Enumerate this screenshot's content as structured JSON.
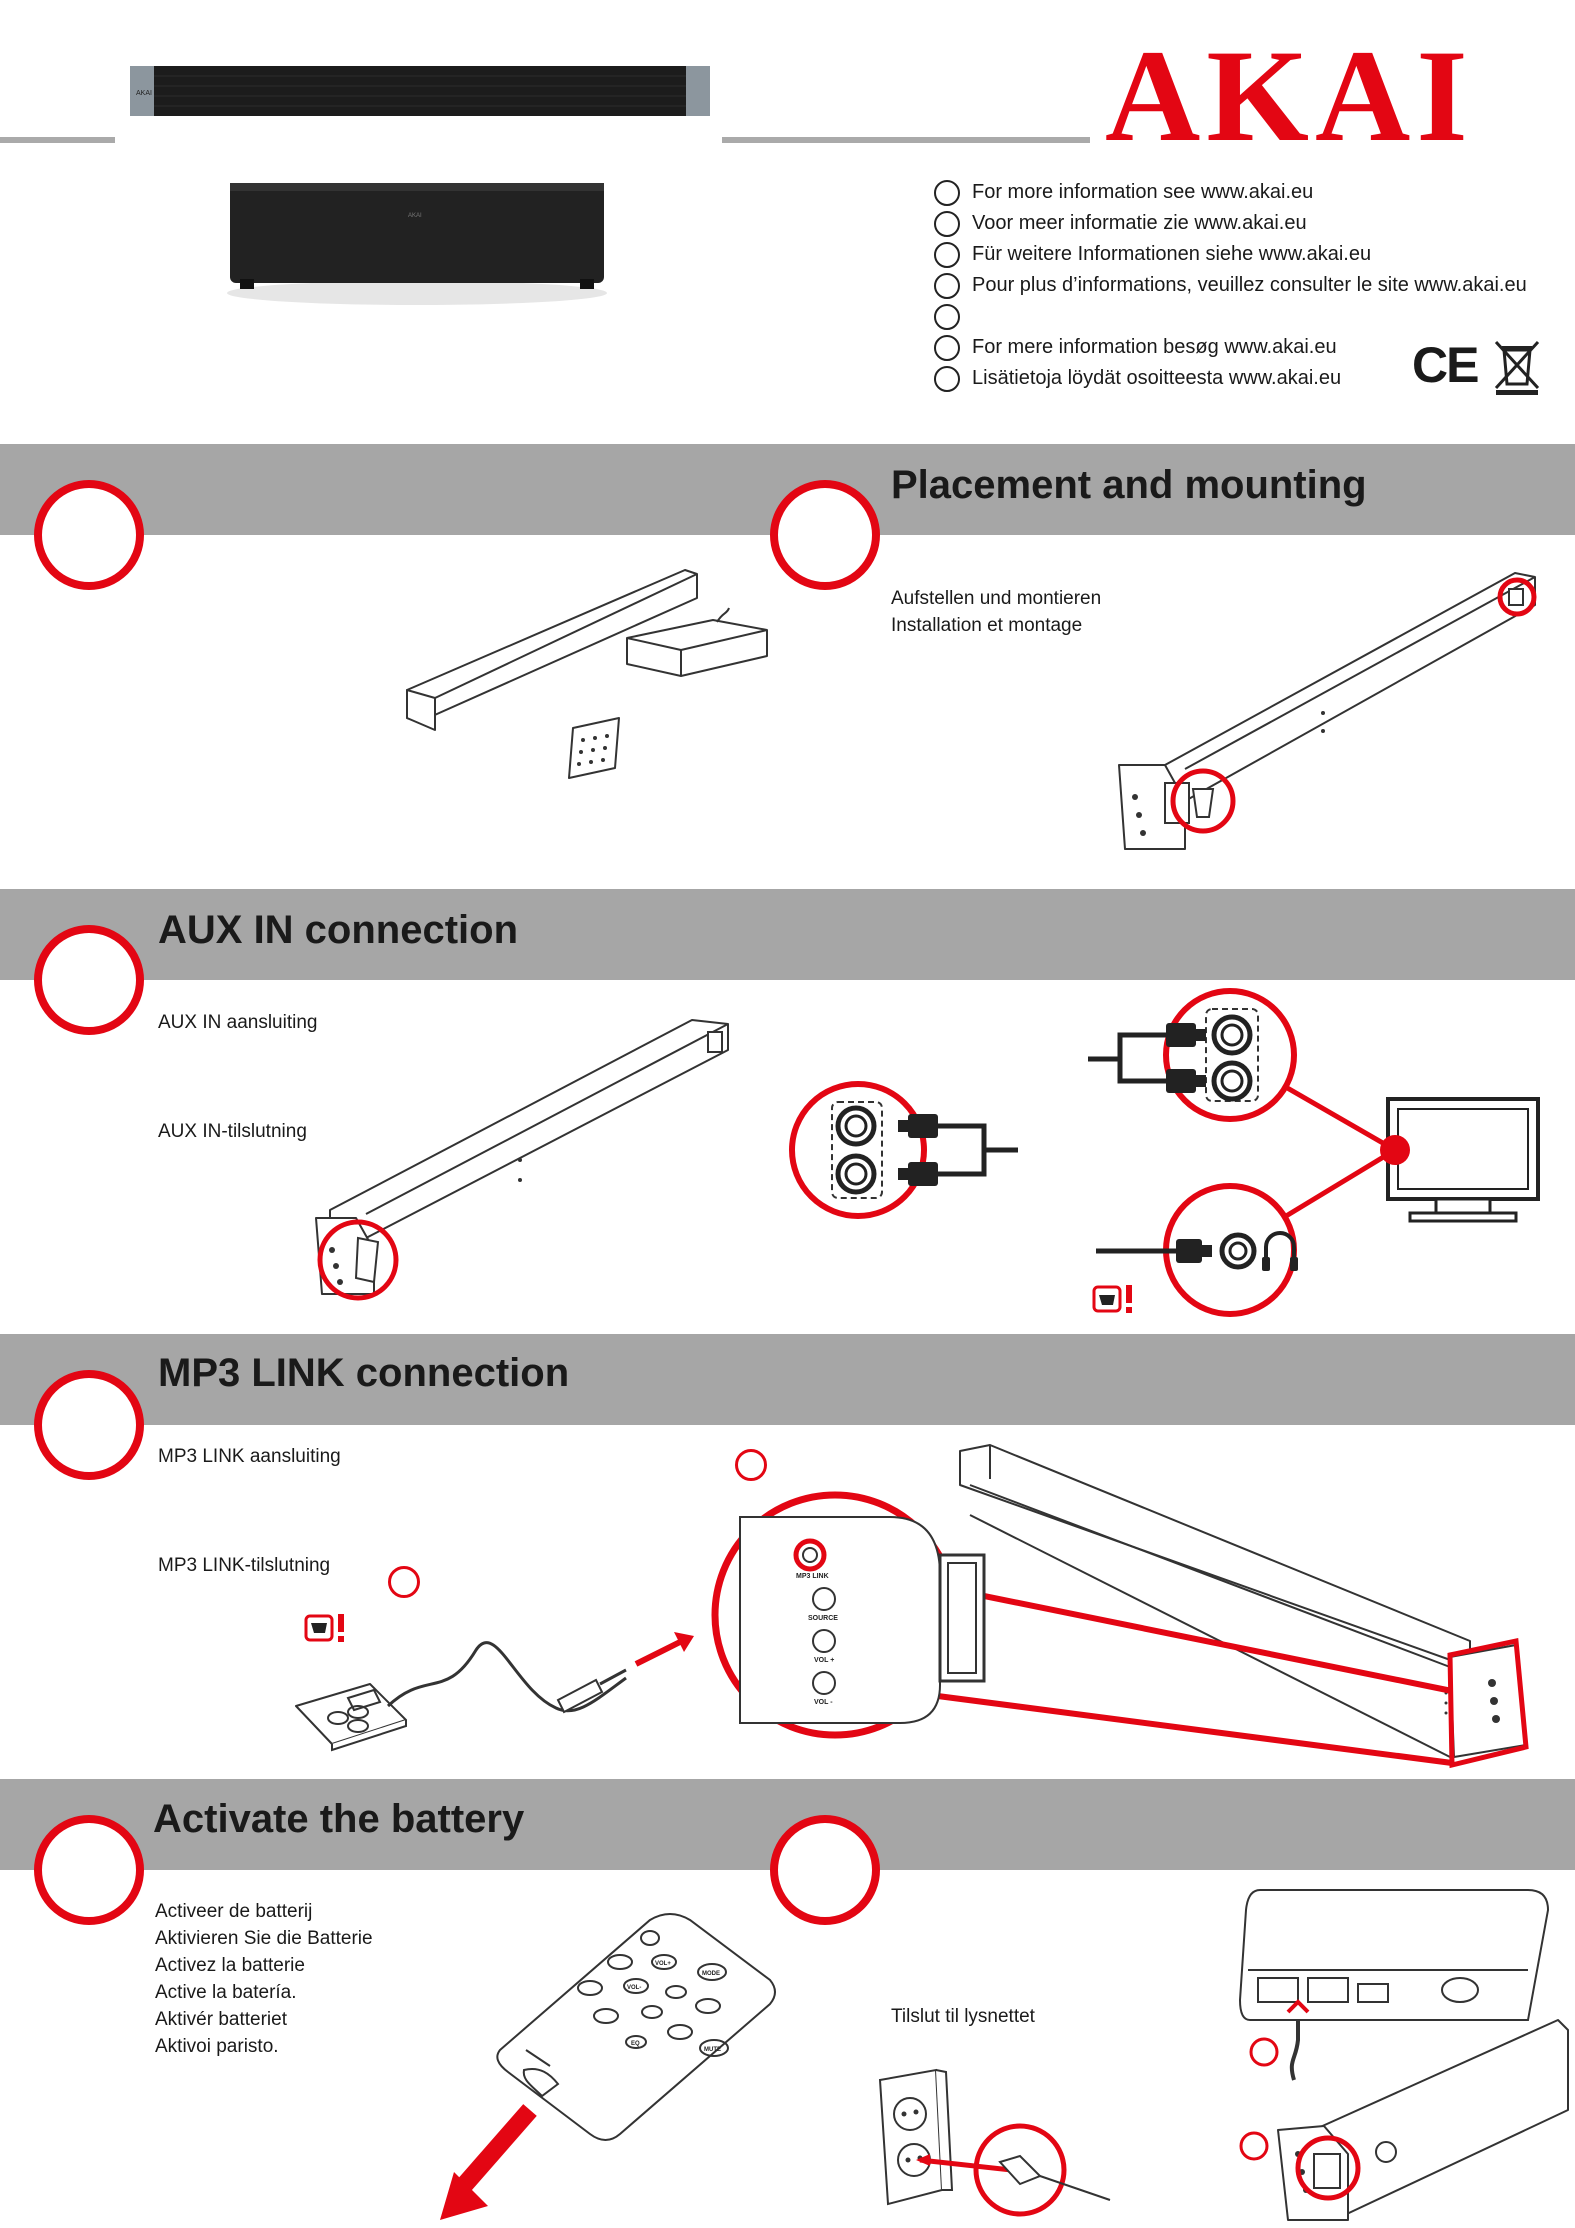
{
  "brand": {
    "logo": "AKAI",
    "accent": "#e30613",
    "band": "#a6a6a6"
  },
  "product_marks": {
    "bar_badge": "AKAI",
    "sub_badge": "AKAI"
  },
  "info": [
    {
      "text": "For more information see www.akai.eu"
    },
    {
      "text": "Voor meer informatie zie www.akai.eu"
    },
    {
      "text": "Für weitere Informationen siehe www.akai.eu"
    },
    {
      "text": "Pour plus d’informations, veuillez consulter le site www.akai.eu"
    },
    {
      "text": ""
    },
    {
      "text": "For mere information besøg www.akai.eu"
    },
    {
      "text": "Lisätietoja löydät osoitteesta www.akai.eu"
    }
  ],
  "marks": {
    "ce": "CE",
    "weee": "weee-bin-icon"
  },
  "sections": {
    "placement": {
      "title": "Placement and mounting",
      "lines": [
        "Aufstellen und montieren",
        "Installation et montage"
      ]
    },
    "aux": {
      "title": "AUX IN connection",
      "lines": [
        "AUX IN aansluiting",
        "AUX IN-tilslutning"
      ]
    },
    "mp3": {
      "title": "MP3 LINK connection",
      "lines": [
        "MP3 LINK aansluiting",
        "MP3 LINK-tilslutning"
      ],
      "panel_labels": [
        "MP3 LINK",
        "SOURCE",
        "VOL +",
        "VOL -"
      ]
    },
    "battery": {
      "title": "Activate the battery",
      "lines": [
        "Activeer de batterij",
        "Aktivieren Sie die Batterie",
        "Activez la batterie",
        "Active la batería.",
        "Aktivér batteriet",
        "Aktivoi paristo."
      ],
      "remote_labels": [
        "MODE",
        "VOL+",
        "VOL-",
        "EQ",
        "MUTE"
      ]
    },
    "power": {
      "lines": [
        "Tilslut til lysnettet"
      ]
    }
  }
}
